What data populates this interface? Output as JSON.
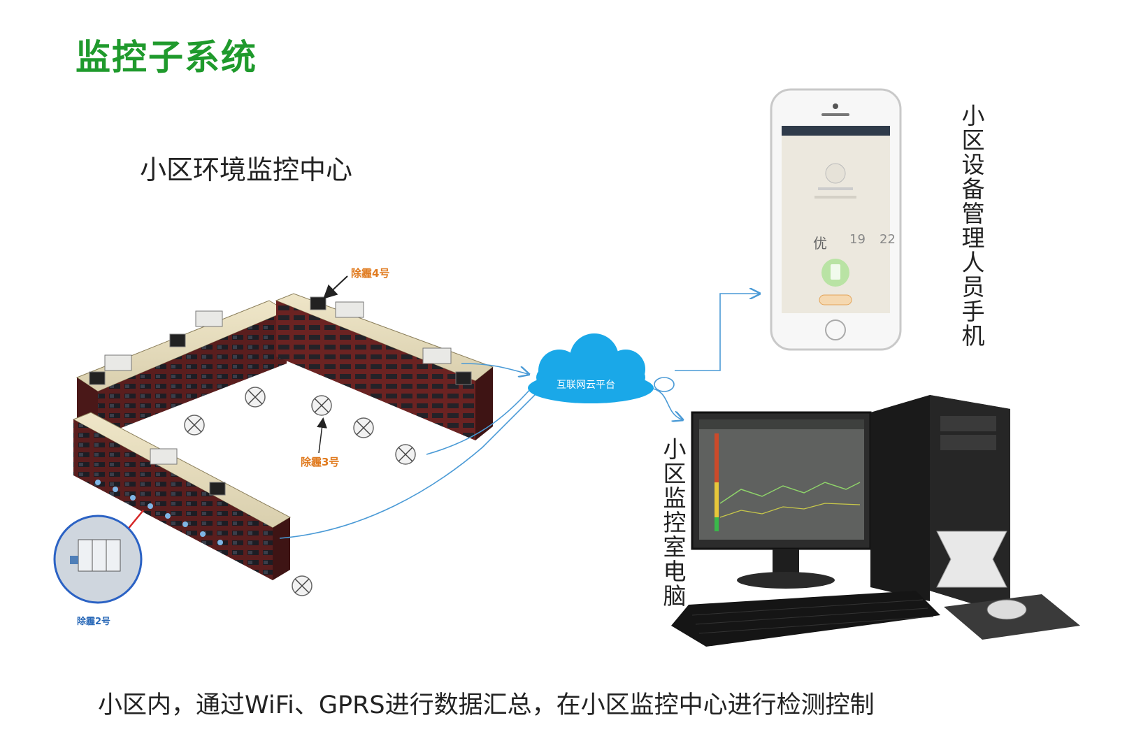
{
  "title": "监控子系统",
  "center_label": "小区环境监控中心",
  "phone_label": "小区设备管理人员手机",
  "pc_label": "小区监控室电脑",
  "caption": "小区内，通过WiFi、GPRS进行数据汇总，在小区监控中心进行检测控制",
  "cloud_label": "互联网云平台",
  "node_tags": {
    "n4": "除霾4号",
    "n3": "除霾3号",
    "n2": "除霾2号"
  },
  "phone_screen": {
    "grade": "优",
    "value1": "19",
    "value2": "22"
  },
  "colors": {
    "title": "#1f9a2c",
    "cloud": "#1aa8e8",
    "arrow": "#4a9ad6",
    "tag": "#e07a1e"
  }
}
